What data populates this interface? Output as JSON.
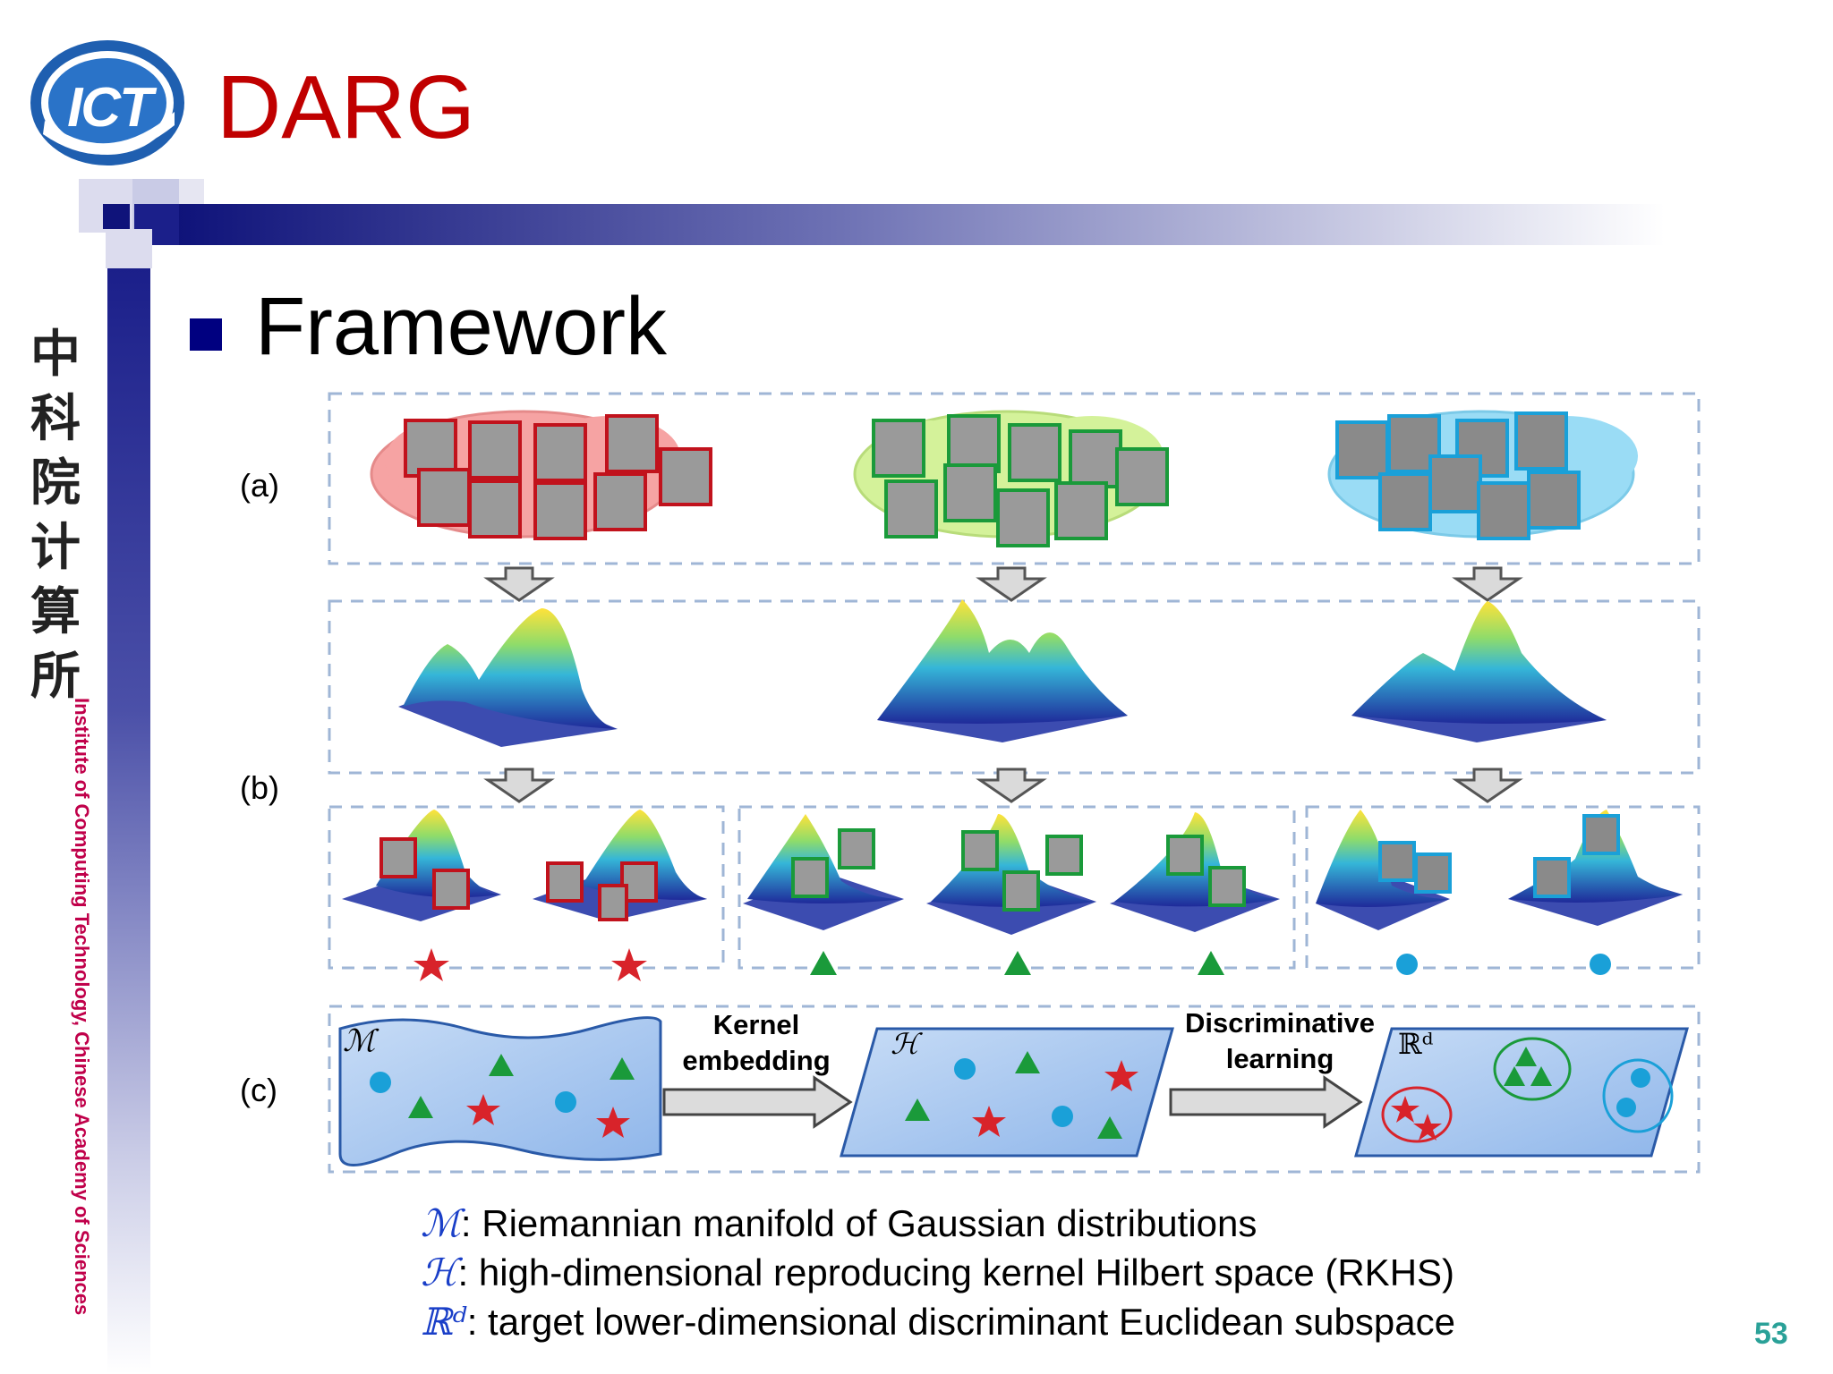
{
  "slide": {
    "title": "DARG",
    "subtitle": "Framework",
    "logo_text": "ICT",
    "side_chinese": [
      "中",
      "科",
      "院",
      "计",
      "算",
      "所"
    ],
    "side_english": "Institute of Computing Technology, Chinese Academy of Sciences",
    "page_number": "53"
  },
  "figure": {
    "row_labels": {
      "a": "(a)",
      "b": "(b)",
      "c": "(c)"
    },
    "arrow1_line1": "Kernel",
    "arrow1_line2": "embedding",
    "arrow2_line1": "Discriminative",
    "arrow2_line2": "learning",
    "space_M": "ℳ",
    "space_H": "ℋ",
    "space_R": "ℝᵈ",
    "class_colors": {
      "class1": "#d8232a",
      "class2": "#1a9a3a",
      "class3": "#1aa0d8"
    }
  },
  "legend": [
    {
      "symbol": "ℳ",
      "text": ": Riemannian manifold of Gaussian distributions"
    },
    {
      "symbol": "ℋ",
      "text": ": high-dimensional reproducing kernel Hilbert space (RKHS)"
    },
    {
      "symbol": "ℝᵈ",
      "text": ": target lower-dimensional discriminant Euclidean subspace"
    }
  ]
}
